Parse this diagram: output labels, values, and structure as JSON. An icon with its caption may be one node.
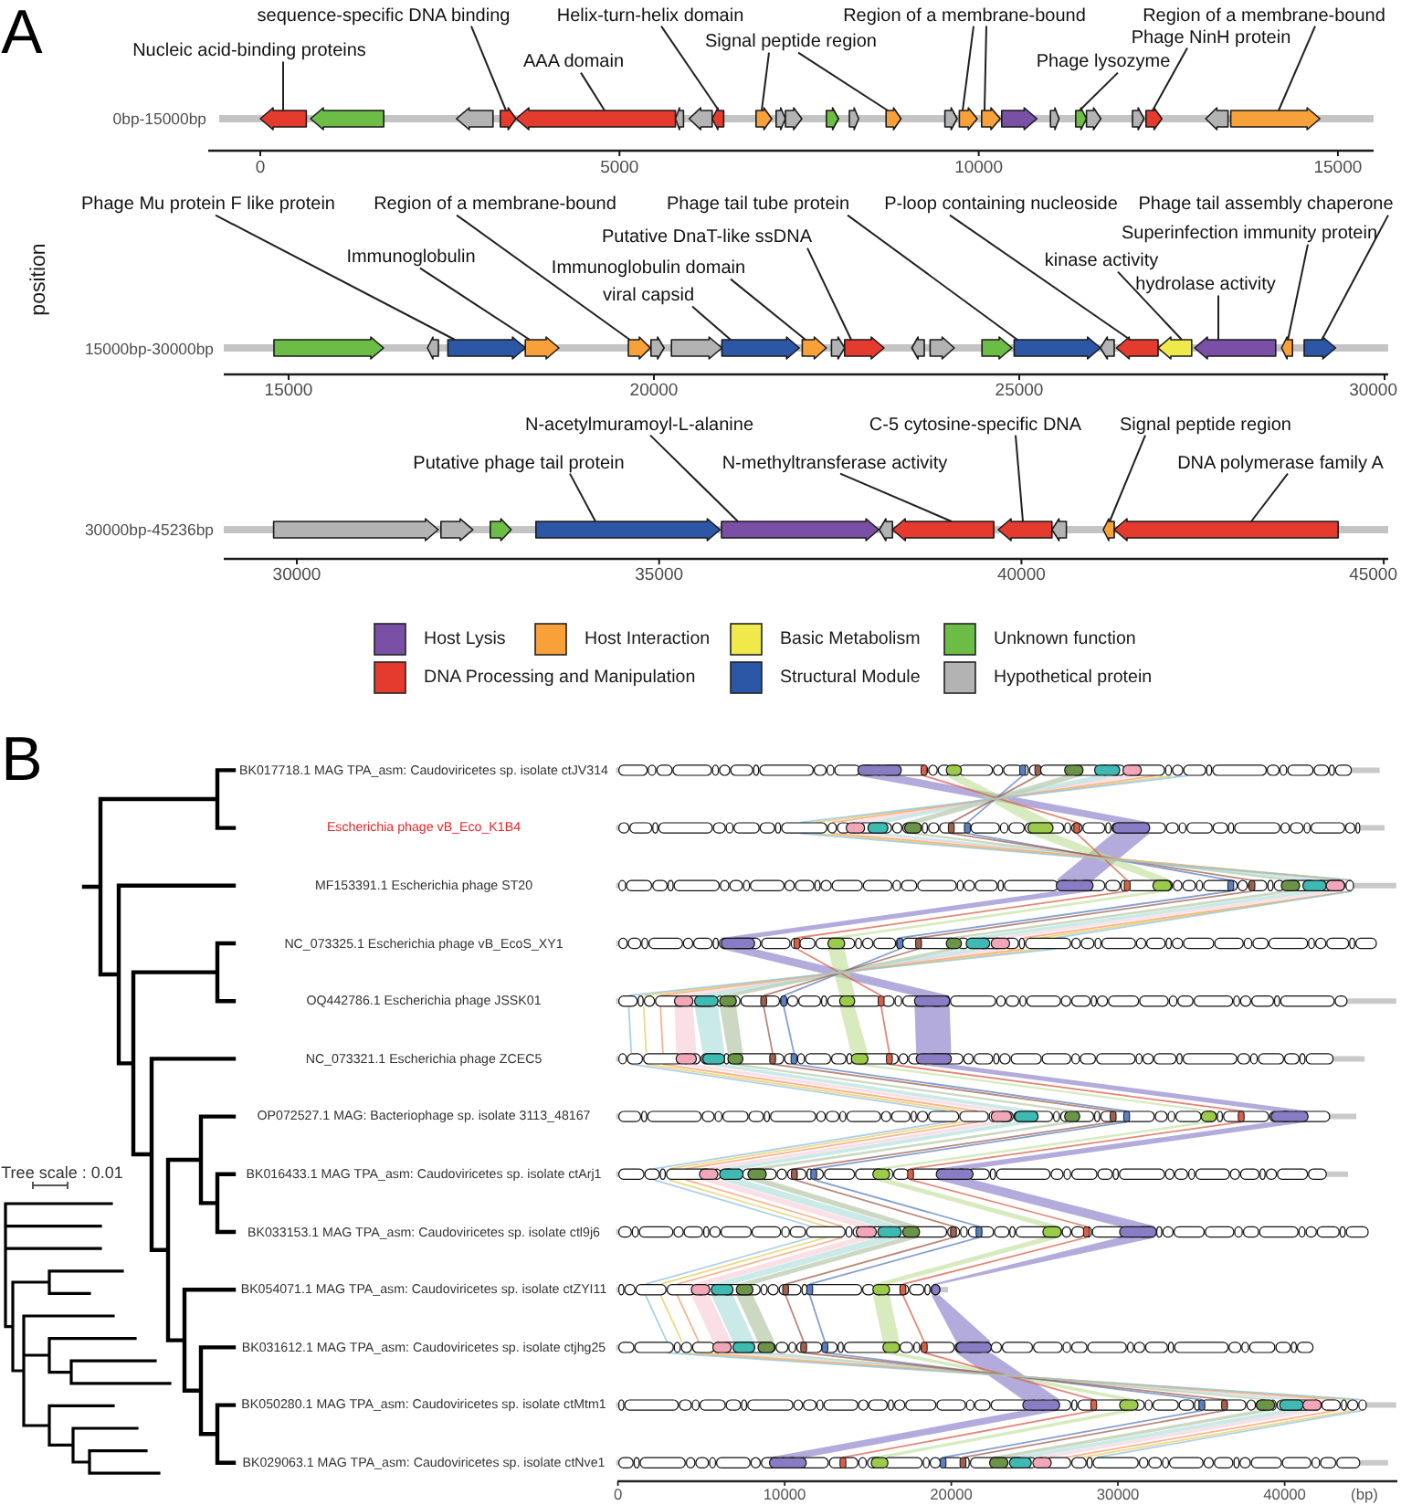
{
  "diagram": {
    "nodes": [
      {
        "text": [
          "Nucleic acid-binding proteins"
        ]
      },
      {
        "text": [
          "sequence-specific DNA binding"
        ]
      },
      {
        "text": [
          "AAA domain"
        ]
      },
      {
        "text": [
          "Helix-turn-helix domain"
        ]
      },
      {
        "text": [
          "Signal peptide region"
        ]
      },
      {
        "text": [
          "Region of a membrane-bound"
        ]
      },
      {
        "text": [
          "Phage lysozyme"
        ]
      },
      {
        "text": [
          "Phage NinH protein"
        ]
      },
      {
        "text": [
          "Region of a membrane-bound"
        ]
      },
      {
        "text": [],
        "shape": "bar"
      },
      {
        "text": [],
        "shape": "arrow",
        "in": 9
      },
      {
        "text": [],
        "shape": "arrow",
        "in": 9
      },
      {
        "text": [],
        "shape": "arrow",
        "in": 9
      },
      {
        "text": [],
        "shape": "arrow",
        "in": 9
      },
      {
        "text": [],
        "shape": "arrow",
        "in": 9
      },
      {
        "text": [],
        "shape": "arrow",
        "in": 9
      },
      {
        "text": [],
        "shape": "arrow",
        "in": 9
      },
      {
        "text": [],
        "shape": "arrow",
        "in": 9
      },
      {
        "text": [],
        "shape": "arrow",
        "in": 9
      },
      {
        "text": [],
        "shape": "arrow",
        "in": 9
      },
      {
        "text": [],
        "shape": "arrow",
        "in": 9
      },
      {
        "text": [],
        "shape": "arrow",
        "in": 9
      },
      {
        "text": [],
        "shape": "arrow",
        "in": 9
      },
      {
        "text": [],
        "shape": "arrow",
        "in": 9
      },
      {
        "text": [],
        "shape": "arrow",
        "in": 9
      },
      {
        "text": [],
        "shape": "arrow",
        "in": 9
      },
      {
        "text": [],
        "shape": "arrow",
        "in": 9
      },
      {
        "text": [],
        "shape": "arrow",
        "in": 9
      },
      {
        "text": [],
        "shape": "arrow",
        "in": 9
      },
      {
        "text": [],
        "shape": "arrow",
        "in": 9
      },
      {
        "text": [],
        "shape": "arrow",
        "in": 9
      },
      {
        "text": [],
        "shape": "arrow",
        "in": 9
      },
      {
        "text": [],
        "shape": "arrow",
        "in": 9
      },
      {
        "text": [],
        "shape": "arrow",
        "in": 9
      },
      {
        "text": [],
        "shape": "arrow",
        "in": 9
      },
      {
        "text": [
          "Phage Mu protein F like protein"
        ]
      },
      {
        "text": [
          "Immunoglobulin"
        ]
      },
      {
        "text": [
          "Region of a membrane-bound"
        ]
      },
      {
        "text": [
          "Immunoglobulin domain"
        ]
      },
      {
        "text": [
          "viral capsid"
        ]
      },
      {
        "text": [
          "Putative DnaT-like ssDNA"
        ]
      },
      {
        "text": [
          "Phage tail tube protein"
        ]
      },
      {
        "text": [
          "P-loop containing nucleoside"
        ]
      },
      {
        "text": [
          "kinase activity"
        ]
      },
      {
        "text": [
          "hydrolase activity"
        ]
      },
      {
        "text": [
          "Superinfection immunity protein"
        ]
      },
      {
        "text": [
          "Phage tail assembly chaperone"
        ]
      },
      {
        "text": [],
        "shape": "bar"
      },
      {
        "text": [],
        "shape": "arrow",
        "in": 47
      },
      {
        "text": [],
        "shape": "arrow",
        "in": 47
      },
      {
        "text": [],
        "shape": "arrow",
        "in": 47
      },
      {
        "text": [],
        "shape": "arrow",
        "in": 47
      },
      {
        "text": [],
        "shape": "arrow",
        "in": 47
      },
      {
        "text": [],
        "shape": "arrow",
        "in": 47
      },
      {
        "text": [],
        "shape": "arrow",
        "in": 47
      },
      {
        "text": [],
        "shape": "arrow",
        "in": 47
      },
      {
        "text": [],
        "shape": "arrow",
        "in": 47
      },
      {
        "text": [],
        "shape": "arrow",
        "in": 47
      },
      {
        "text": [],
        "shape": "arrow",
        "in": 47
      },
      {
        "text": [],
        "shape": "arrow",
        "in": 47
      },
      {
        "text": [],
        "shape": "arrow",
        "in": 47
      },
      {
        "text": [],
        "shape": "arrow",
        "in": 47
      },
      {
        "text": [],
        "shape": "arrow",
        "in": 47
      },
      {
        "text": [],
        "shape": "arrow",
        "in": 47
      },
      {
        "text": [],
        "shape": "arrow",
        "in": 47
      },
      {
        "text": [],
        "shape": "arrow",
        "in": 47
      },
      {
        "text": [],
        "shape": "arrow",
        "in": 47
      },
      {
        "text": [],
        "shape": "arrow",
        "in": 47
      },
      {
        "text": [],
        "shape": "arrow",
        "in": 47
      },
      {
        "text": [
          "Putative phage tail protein"
        ]
      },
      {
        "text": [
          "N-acetylmuramoyl-L-alanine"
        ]
      },
      {
        "text": [
          "N-methyltransferase activity"
        ]
      },
      {
        "text": [
          "C-5 cytosine-specific DNA"
        ]
      },
      {
        "text": [
          "Signal peptide region"
        ]
      },
      {
        "text": [
          "DNA polymerase family A"
        ]
      },
      {
        "text": [],
        "shape": "bar"
      },
      {
        "text": [],
        "shape": "arrow",
        "in": 75
      },
      {
        "text": [],
        "shape": "arrow",
        "in": 75
      },
      {
        "text": [],
        "shape": "arrow",
        "in": 75
      },
      {
        "text": [],
        "shape": "arrow",
        "in": 75
      },
      {
        "text": [],
        "shape": "arrow",
        "in": 75
      },
      {
        "text": [],
        "shape": "arrow",
        "in": 75
      },
      {
        "text": [],
        "shape": "arrow",
        "in": 75
      },
      {
        "text": [],
        "shape": "arrow",
        "in": 75
      },
      {
        "text": [],
        "shape": "arrow",
        "in": 75
      },
      {
        "text": [],
        "shape": "arrow",
        "in": 75
      },
      {
        "text": [],
        "shape": "arrow",
        "in": 75
      }
    ],
    "edges": [
      {
        "from": 0,
        "to": 10,
        "arrow": "none"
      },
      {
        "from": 1,
        "to": 13,
        "arrow": "none"
      },
      {
        "from": 2,
        "to": 14,
        "arrow": "none"
      },
      {
        "from": 3,
        "to": 17,
        "arrow": "none"
      },
      {
        "from": 4,
        "to": 18,
        "arrow": "none"
      },
      {
        "from": 4,
        "to": 23,
        "arrow": "none"
      },
      {
        "from": 5,
        "to": 25,
        "arrow": "none"
      },
      {
        "from": 5,
        "to": 26,
        "arrow": "none"
      },
      {
        "from": 6,
        "to": 29,
        "arrow": "none"
      },
      {
        "from": 7,
        "to": 32,
        "arrow": "none"
      },
      {
        "from": 8,
        "to": 34,
        "arrow": "none"
      },
      {
        "from": 35,
        "to": 50,
        "arrow": "none"
      },
      {
        "from": 36,
        "to": 51,
        "arrow": "none"
      },
      {
        "from": 37,
        "to": 52,
        "arrow": "none"
      },
      {
        "from": 38,
        "to": 56,
        "arrow": "none"
      },
      {
        "from": 39,
        "to": 55,
        "arrow": "none"
      },
      {
        "from": 40,
        "to": 58,
        "arrow": "none"
      },
      {
        "from": 41,
        "to": 62,
        "arrow": "none"
      },
      {
        "from": 42,
        "to": 64,
        "arrow": "none"
      },
      {
        "from": 43,
        "to": 65,
        "arrow": "none"
      },
      {
        "from": 44,
        "to": 66,
        "arrow": "none"
      },
      {
        "from": 45,
        "to": 67,
        "arrow": "none"
      },
      {
        "from": 46,
        "to": 68,
        "arrow": "none"
      },
      {
        "from": 69,
        "to": 79,
        "arrow": "none"
      },
      {
        "from": 70,
        "to": 80,
        "arrow": "none"
      },
      {
        "from": 71,
        "to": 82,
        "arrow": "none"
      },
      {
        "from": 72,
        "to": 83,
        "arrow": "none"
      },
      {
        "from": 73,
        "to": 85,
        "arrow": "none"
      },
      {
        "from": 74,
        "to": 86,
        "arrow": "none"
      }
    ],
    "labels": [
      "A",
      "0bp-15000bp",
      "0",
      "5000",
      "10000",
      "15000",
      "position",
      "15000bp-30000bp",
      "15000",
      "20000",
      "25000",
      "30000",
      "30000bp-45236bp",
      "30000",
      "35000",
      "40000",
      "45000",
      "B",
      "BK017718.1 MAG TPA_asm: Caudoviricetes sp. isolate ctJV314",
      "Escherichia phage vB_Eco_K1B4",
      "MF153391.1 Escherichia phage ST20",
      "NC_073325.1 Escherichia phage vB_EcoS_XY1",
      "OQ442786.1 Escherichia phage JSSK01",
      "NC_073321.1 Escherichia phage ZCEC5",
      "OP072527.1 MAG: Bacteriophage sp. isolate 3113_48167",
      "BK016433.1 MAG TPA_asm: Caudoviricetes sp. isolate ctArj1",
      "BK033153.1 MAG TPA_asm: Caudoviricetes sp. isolate ctl9j6",
      "BK054071.1 MAG TPA_asm: Caudoviricetes sp. isolate ctZYI11",
      "BK031612.1 MAG TPA_asm: Caudoviricetes sp. isolate ctjhg25",
      "BK050280.1 MAG TPA_asm: Caudoviricetes sp. isolate ctMtm1",
      "BK029063.1 MAG TPA_asm: Caudoviricetes sp. isolate ctNve1",
      "Tree scale : 0.01",
      "0",
      "10000",
      "20000",
      "30000",
      "40000",
      "(bp)"
    ],
    "legend": [
      {
        "text": "Host Lysis",
        "color": "#7a50a6"
      },
      {
        "text": "Host Interaction",
        "color": "#f8a13a"
      },
      {
        "text": "Basic Metabolism",
        "color": "#efe94c"
      },
      {
        "text": "Unknown function",
        "color": "#6cbd45"
      },
      {
        "text": "DNA Processing and Manipulation",
        "color": "#e53b2f"
      },
      {
        "text": "Structural Module",
        "color": "#2c57a6"
      },
      {
        "text": "Hypothetical protein",
        "color": "#b3b3b3"
      }
    ]
  }
}
